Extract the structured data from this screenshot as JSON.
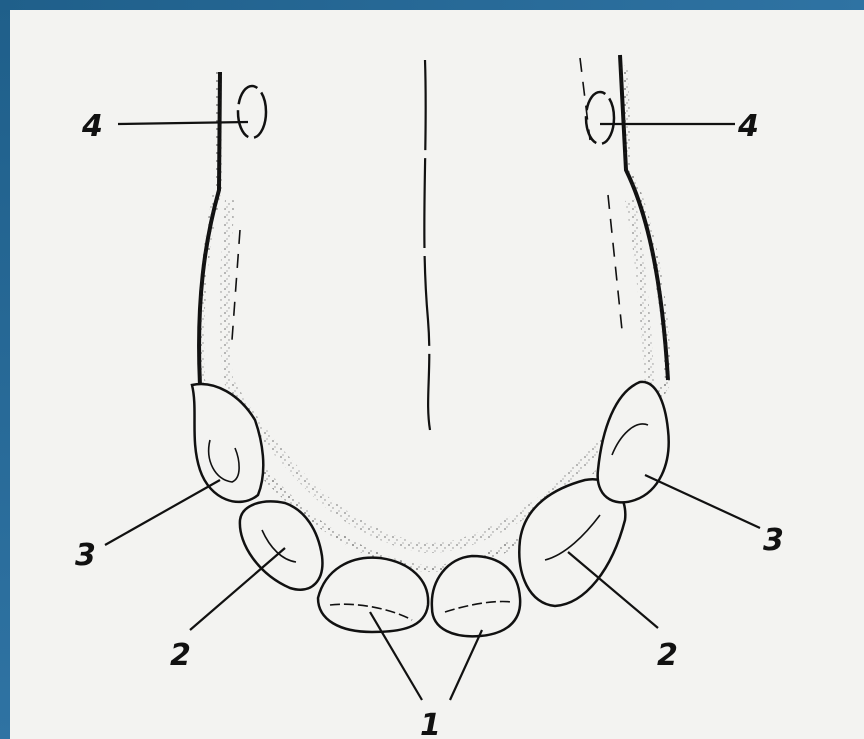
{
  "colors": {
    "frame": "#1f5f8a",
    "frame_light": "#2f73a3",
    "paper": "#f3f3f1",
    "ink": "#111111"
  },
  "labels": {
    "incisor_1": "1",
    "incisor_2": "2",
    "incisor_3": "3",
    "feature_4": "4"
  }
}
